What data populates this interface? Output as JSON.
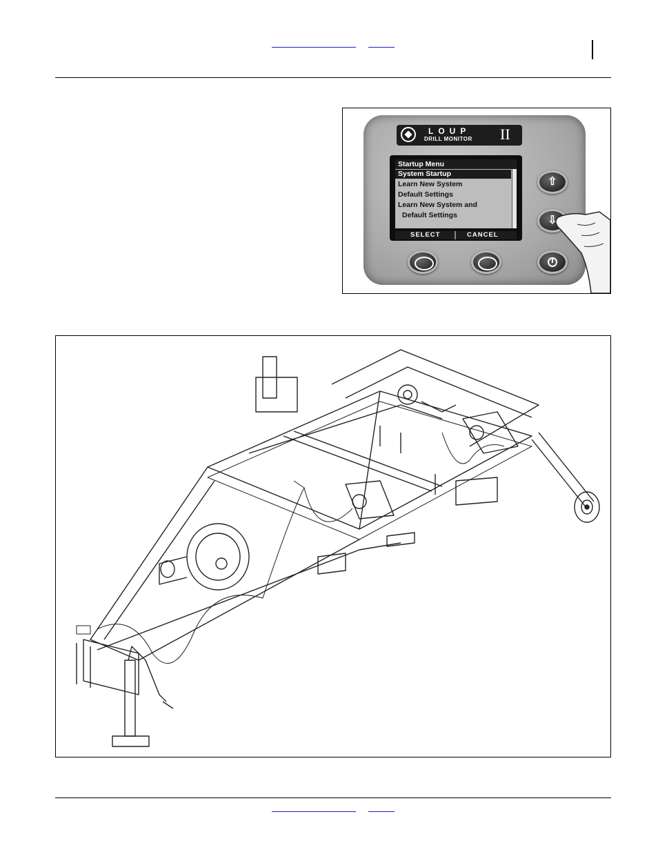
{
  "header": {},
  "monitor": {
    "logo_brand": "LOUP",
    "logo_subtitle": "DRILL MONITOR",
    "logo_roman": "II",
    "screen_title": "Startup Menu",
    "menu_items": [
      "System Startup",
      "Learn New System",
      "Default Settings",
      "Learn New System and",
      "Default Settings"
    ],
    "selected_index": 0,
    "softkeys": {
      "left": "SELECT",
      "right": "CANCEL"
    },
    "button_icons": [
      "up-arrow-icon",
      "down-arrow-icon",
      "oval-softkey-icon",
      "oval-softkey-icon",
      "power-icon"
    ]
  },
  "colors": {
    "link": "#1a1ad6",
    "rule": "#000000",
    "screen": "#bdbdbd"
  }
}
